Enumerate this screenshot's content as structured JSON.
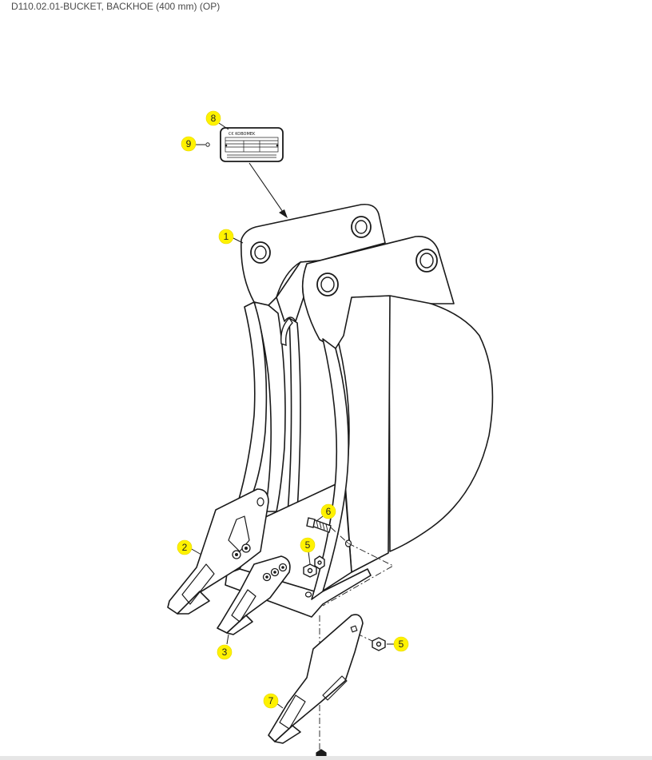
{
  "title": "D110.02.01-BUCKET, BACKHOE (400 mm) (OP)",
  "label_plate": {
    "brand": "C€ KOBOMEK"
  },
  "callouts": [
    {
      "id": "8",
      "label": "8"
    },
    {
      "id": "9",
      "label": "9"
    },
    {
      "id": "1",
      "label": "1"
    },
    {
      "id": "6",
      "label": "6"
    },
    {
      "id": "2",
      "label": "2"
    },
    {
      "id": "5a",
      "label": "5"
    },
    {
      "id": "5b",
      "label": "5"
    },
    {
      "id": "3",
      "label": "3"
    },
    {
      "id": "7",
      "label": "7"
    }
  ],
  "colors": {
    "callout_fill": "#fff200",
    "line": "#1a1a1a",
    "text": "#4a4a4a"
  }
}
